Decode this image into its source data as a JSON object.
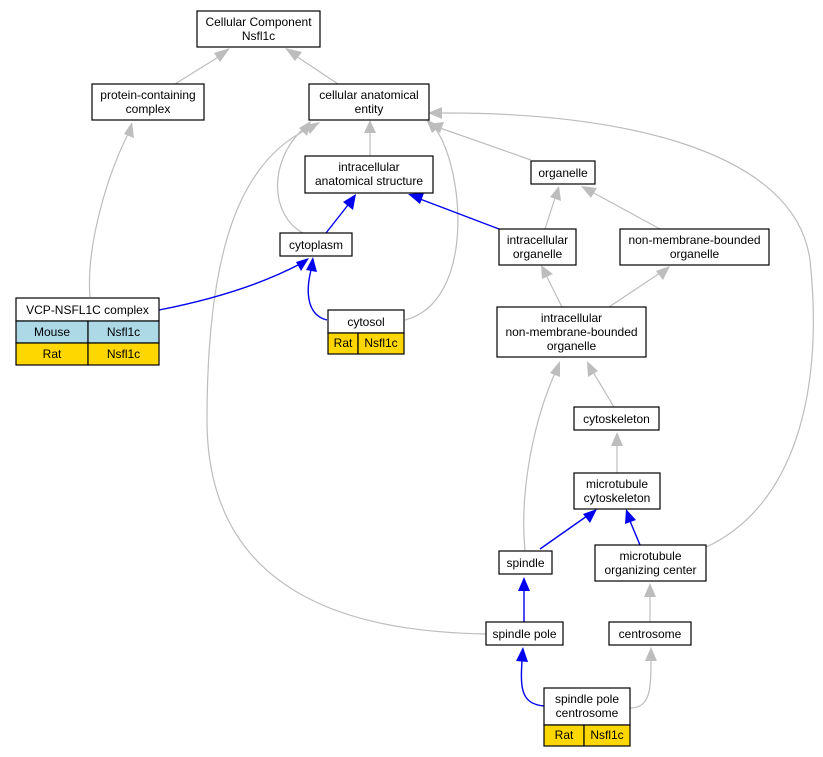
{
  "colors": {
    "edge_is_a": "#bdbdbd",
    "edge_part_of": "#0000ee",
    "species_mouse": "#add8e6",
    "species_rat": "#ffd700"
  },
  "nodes": {
    "root": [
      "Cellular Component",
      "Nsfl1c"
    ],
    "protein_complex": [
      "protein-containing",
      "complex"
    ],
    "anatomical_entity": [
      "cellular anatomical",
      "entity"
    ],
    "intracellular_structure": [
      "intracellular",
      "anatomical structure"
    ],
    "organelle": [
      "organelle"
    ],
    "cytoplasm": [
      "cytoplasm"
    ],
    "intracellular_organelle": [
      "intracellular",
      "organelle"
    ],
    "non_membrane_organelle": [
      "non-membrane-bounded",
      "organelle"
    ],
    "vcp_complex": [
      "VCP-NSFL1C complex"
    ],
    "cytosol": [
      "cytosol"
    ],
    "intracellular_nmb_organelle": [
      "intracellular",
      "non-membrane-bounded",
      "organelle"
    ],
    "cytoskeleton": [
      "cytoskeleton"
    ],
    "microtubule_cytoskeleton": [
      "microtubule",
      "cytoskeleton"
    ],
    "spindle": [
      "spindle"
    ],
    "mtoc": [
      "microtubule",
      "organizing center"
    ],
    "spindle_pole": [
      "spindle pole"
    ],
    "centrosome": [
      "centrosome"
    ],
    "spindle_pole_centrosome": [
      "spindle pole",
      "centrosome"
    ]
  },
  "annotations": {
    "vcp_complex": [
      {
        "species": "Mouse",
        "gene": "Nsfl1c",
        "color": "#add8e6"
      },
      {
        "species": "Rat",
        "gene": "Nsfl1c",
        "color": "#ffd700"
      }
    ],
    "cytosol": [
      {
        "species": "Rat",
        "gene": "Nsfl1c",
        "color": "#ffd700"
      }
    ],
    "spindle_pole_centrosome": [
      {
        "species": "Rat",
        "gene": "Nsfl1c",
        "color": "#ffd700"
      }
    ]
  }
}
